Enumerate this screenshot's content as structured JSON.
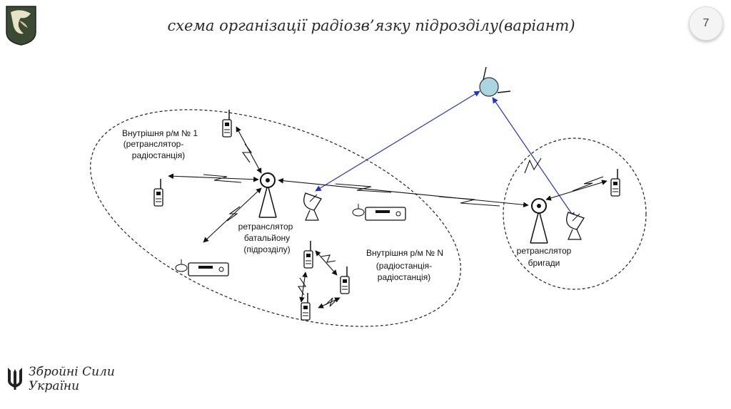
{
  "title": "схема організації радіозв’язку підрозділу(варіант)",
  "page_number": "7",
  "footer": {
    "line1": "Збройні Сили",
    "line2": "України"
  },
  "diagram": {
    "labels": {
      "internal_net_1_line1": "Внутрішня р/м № 1",
      "internal_net_1_line2": "(ретранслятор-",
      "internal_net_1_line3": "радіостанція)",
      "battalion_relay_line1": "ретранслятор",
      "battalion_relay_line2": "батальйону",
      "battalion_relay_line3": "(підрозділу)",
      "internal_net_n_line1": "Внутрішня р/м № N",
      "internal_net_n_line2": "(радіостанція-",
      "internal_net_n_line3": "радіостанція)",
      "brigade_relay_line1": "ретранслятор",
      "brigade_relay_line2": "бригади"
    },
    "colors": {
      "satellite_link": "#2233cc",
      "satellite": "#a9d6e0",
      "line": "#111111"
    }
  }
}
